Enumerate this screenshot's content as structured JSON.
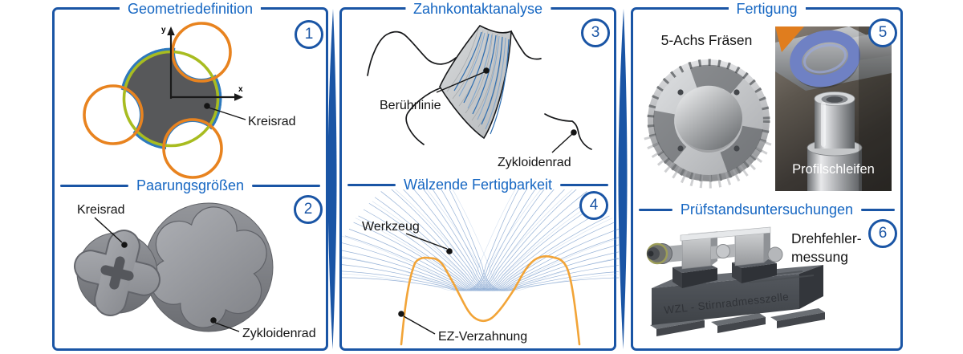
{
  "colors": {
    "frame": "#1a55a5",
    "title_blue": "#1566c2",
    "orange_circle": "#e8831f",
    "green_circle": "#a8bc20",
    "gear_blue_outline": "#2e79bd",
    "gear_gray": "#57585a",
    "contact_line_blue": "#2f6fb2",
    "tool_envelope_blue": "#4273b5",
    "tooth_profile_orange": "#f2a437",
    "grinding_wheel_blue": "#6f81c4"
  },
  "panels": {
    "geometrie": {
      "title": "Geometriedefinition",
      "badge": "1",
      "label_kreisrad": "Kreisrad",
      "axis_x": "x",
      "axis_y": "y"
    },
    "paarung": {
      "title": "Paarungsgrößen",
      "badge": "2",
      "label_kreisrad": "Kreisrad",
      "label_zykloidenrad": "Zykloidenrad"
    },
    "zahnkontakt": {
      "title": "Zahnkontaktanalyse",
      "badge": "3",
      "label_beruehrlinie": "Berührlinie",
      "label_zykloidenrad": "Zykloidenrad"
    },
    "waelzen": {
      "title": "Wälzende Fertigbarkeit",
      "badge": "4",
      "label_werkzeug": "Werkzeug",
      "label_ez": "EZ-Verzahnung"
    },
    "fertigung": {
      "title": "Fertigung",
      "badge": "5",
      "label_fraesen": "5-Achs Fräsen",
      "label_schleifen": "Profilschleifen"
    },
    "pruefstand": {
      "title": "Prüfstandsuntersuchungen",
      "badge": "6",
      "label_line1": "Drehfehler-",
      "label_line2": "messung",
      "machine_text": "WZL - Stirnradmesszelle"
    }
  }
}
